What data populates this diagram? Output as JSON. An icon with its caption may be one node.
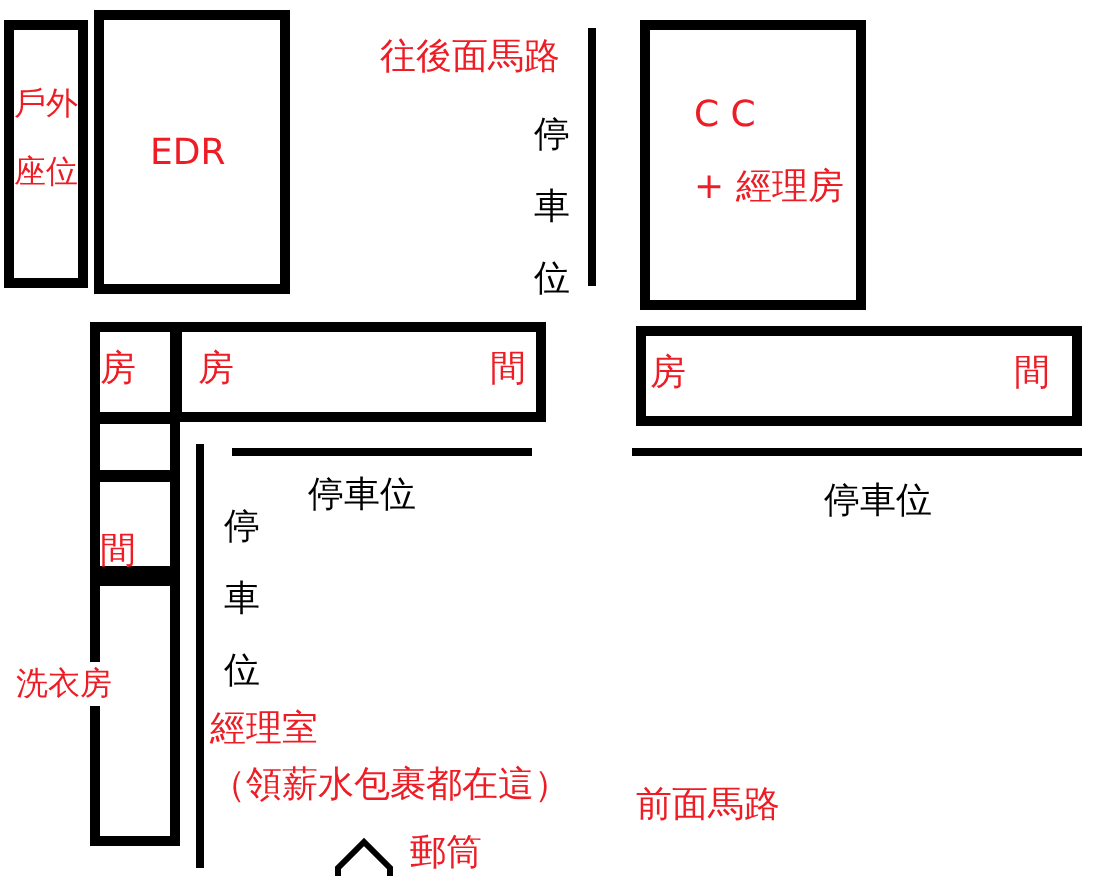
{
  "diagram": {
    "nodes": [
      {
        "text": [
          "戶外座位"
        ]
      },
      {
        "text": [
          "EDR"
        ]
      },
      {
        "text": [
          "C C",
          "+ 經理房"
        ]
      },
      {
        "text": [
          "房"
        ]
      },
      {
        "text": [
          "房",
          "間"
        ]
      },
      {
        "text": [],
        "shape": "box"
      },
      {
        "text": [
          "間"
        ]
      },
      {
        "text": [],
        "shape": "box",
        "beside": [
          "洗衣房"
        ]
      },
      {
        "text": [
          "房",
          "間"
        ]
      }
    ],
    "labels": [
      "往後面馬路",
      "停車位",
      "停車位",
      "停車位",
      "經理室",
      "（領薪水包裹都在這）",
      "停車位",
      "郵筒",
      "前面馬路"
    ]
  }
}
